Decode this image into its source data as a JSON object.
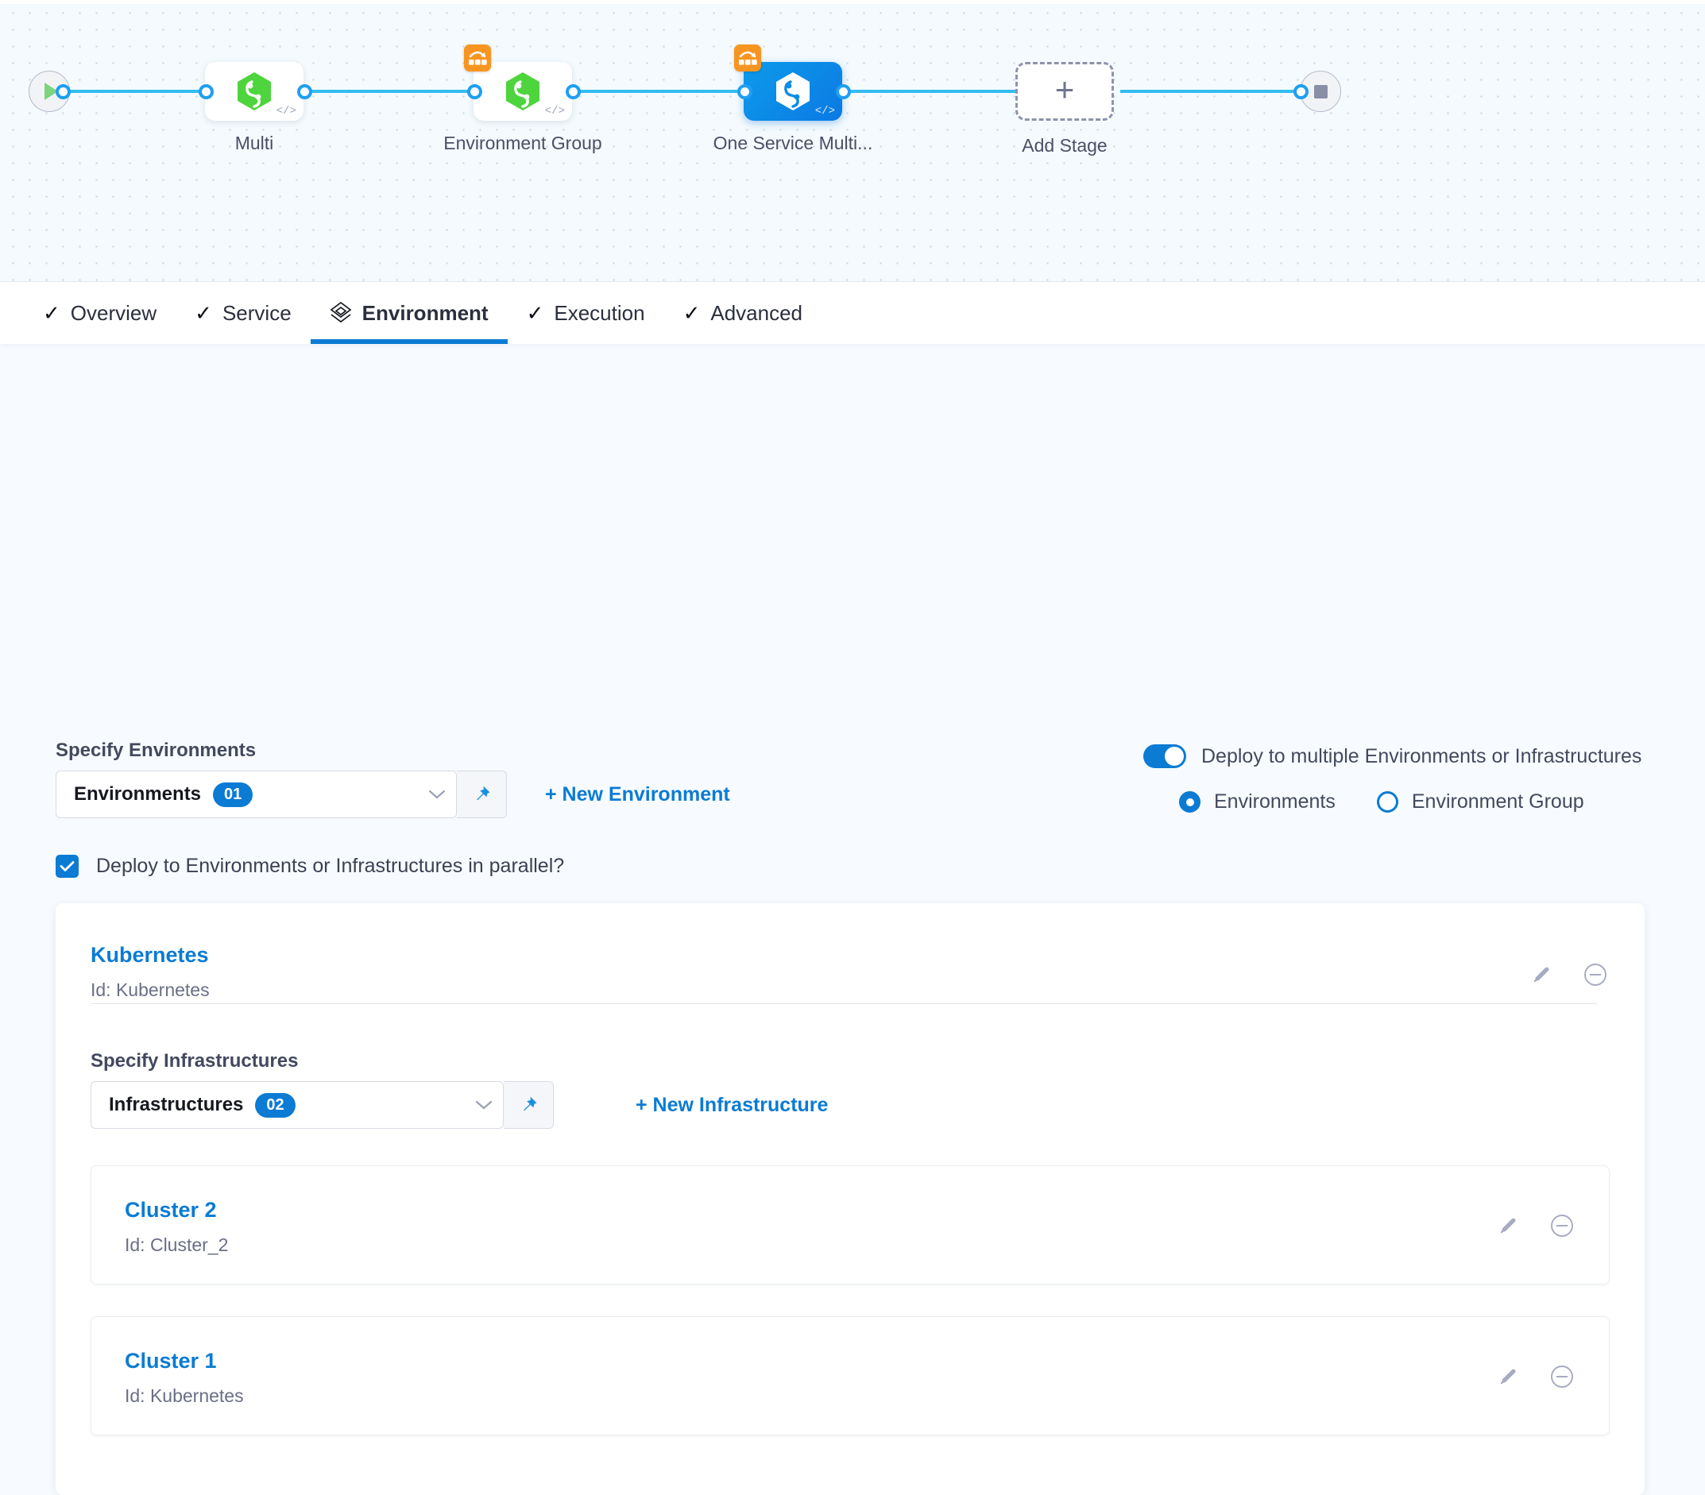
{
  "pipeline": {
    "start_node": "start-node",
    "end_node": "end-node",
    "stages": [
      {
        "label": "Multi",
        "selected": false,
        "has_badge": false
      },
      {
        "label": "Environment Group",
        "selected": false,
        "has_badge": true
      },
      {
        "label": "One Service Multi...",
        "selected": true,
        "has_badge": true
      }
    ],
    "add_stage": {
      "label": "Add Stage",
      "icon": "plus-icon"
    }
  },
  "tabs": [
    {
      "label": "Overview",
      "icon": "check-icon",
      "active": false
    },
    {
      "label": "Service",
      "icon": "check-icon",
      "active": false
    },
    {
      "label": "Environment",
      "icon": "layers-icon",
      "active": true
    },
    {
      "label": "Execution",
      "icon": "check-icon",
      "active": false
    },
    {
      "label": "Advanced",
      "icon": "check-icon",
      "active": false
    }
  ],
  "environments_section": {
    "specify_label": "Specify Environments",
    "dropdown": {
      "text": "Environments",
      "count": "01",
      "caret_icon": "chevron-down-icon",
      "pin_icon": "pin-icon"
    },
    "new_link": "+ New Environment",
    "toggle": {
      "label": "Deploy to multiple Environments or Infrastructures",
      "on": true
    },
    "radios": [
      {
        "label": "Environments",
        "checked": true
      },
      {
        "label": "Environment Group",
        "checked": false
      }
    ],
    "parallel_checkbox": {
      "label": "Deploy to Environments or Infrastructures in parallel?",
      "checked": true
    }
  },
  "environment_card": {
    "title": "Kubernetes",
    "id_text": "Id: Kubernetes",
    "edit_icon": "pencil-icon",
    "remove_icon": "minus-circle-icon",
    "infrastructures": {
      "specify_label": "Specify Infrastructures",
      "dropdown": {
        "text": "Infrastructures",
        "count": "02",
        "caret_icon": "chevron-down-icon",
        "pin_icon": "pin-icon"
      },
      "new_link": "+ New Infrastructure",
      "items": [
        {
          "title": "Cluster 2",
          "id_text": "Id: Cluster_2",
          "edit_icon": "pencil-icon",
          "remove_icon": "minus-circle-icon"
        },
        {
          "title": "Cluster 1",
          "id_text": "Id: Kubernetes",
          "edit_icon": "pencil-icon",
          "remove_icon": "minus-circle-icon"
        }
      ]
    }
  },
  "colors": {
    "accent": "#0b7bd4",
    "wire": "#33bdf0",
    "badge_orange": "#f89521",
    "logo_green": "#4ed43c",
    "canvas_bg": "#f4fafd",
    "page_bg": "#f7fbff"
  }
}
